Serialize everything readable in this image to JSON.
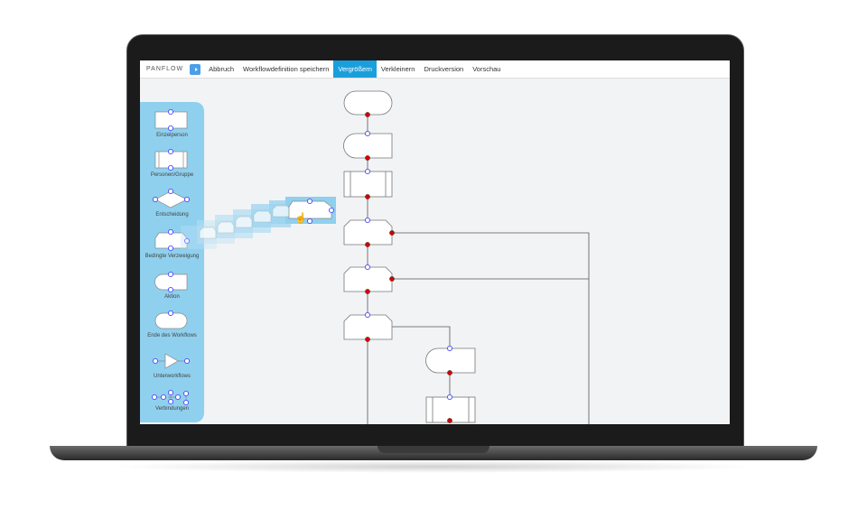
{
  "toolbar": {
    "brand": "PANFLOW",
    "items": [
      "Abbruch",
      "Workflowdefinition speichern",
      "Vergrößern",
      "Verkleinern",
      "Druckversion",
      "Vorschau"
    ],
    "active": "Vergrößern"
  },
  "palette": {
    "items": [
      "Einzelperson",
      "Personen/Gruppe",
      "Entscheidung",
      "Bedingte Verzweigung",
      "Aktion",
      "Ende des Workflows",
      "Unterworkflows",
      "Verbindungen"
    ]
  },
  "colors": {
    "accent": "#1a9fdc",
    "palette_bg": "#8fd0ee",
    "port_out": "#d40000",
    "port_in": "#4a4aff"
  }
}
